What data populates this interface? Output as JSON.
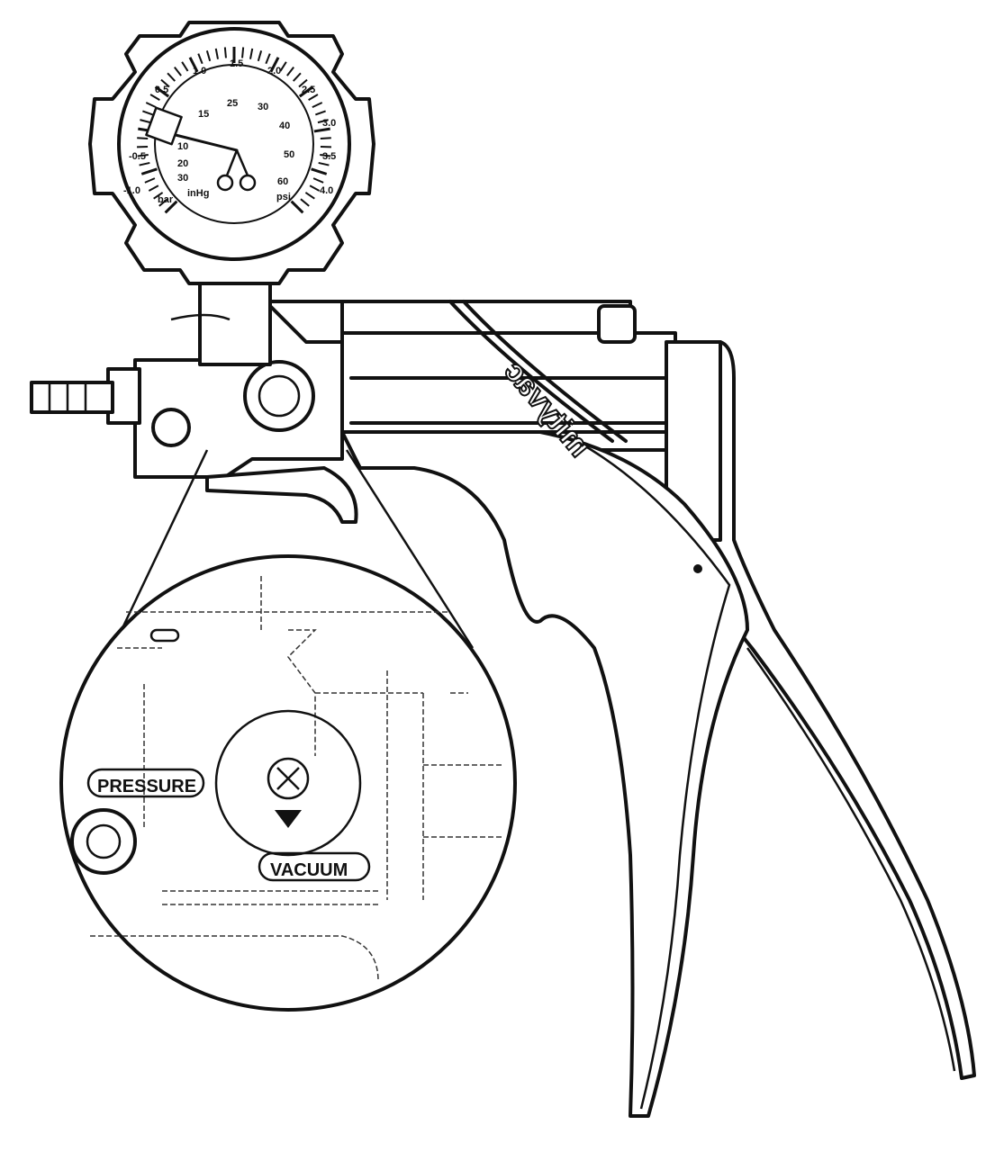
{
  "diagram": {
    "brand_logo": "mityvac",
    "gauge": {
      "outer_scale_unit": "bar",
      "outer_scale_labels": [
        "-1.0",
        "-0.5",
        "0.5",
        "1.0",
        "1.5",
        "2.0",
        "2.5",
        "3.0",
        "3.5",
        "4.0"
      ],
      "inner_scale_labels": [
        "30",
        "20",
        "10",
        "15",
        "25",
        "30",
        "40",
        "50",
        "60"
      ],
      "vacuum_unit": "inHg",
      "pressure_unit": "psi"
    },
    "detail_labels": {
      "pressure": "PRESSURE",
      "vacuum": "VACUUM"
    }
  }
}
